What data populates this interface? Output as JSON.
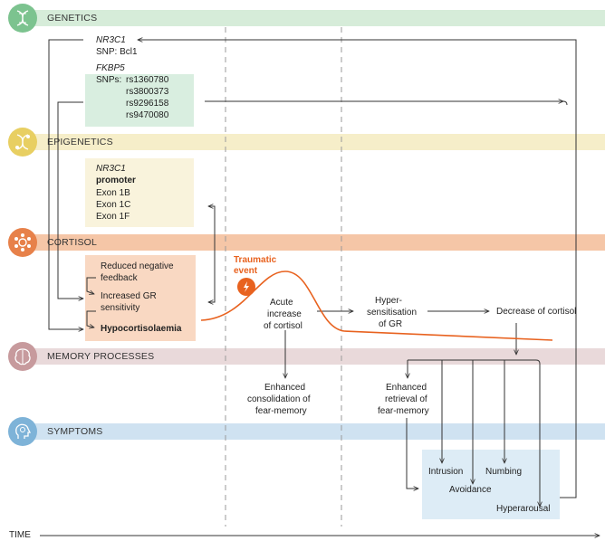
{
  "sections": {
    "genetics": "GENETICS",
    "epigenetics": "EPIGENETICS",
    "cortisol": "CORTISOL",
    "memory": "MEMORY PROCESSES",
    "symptoms": "SYMPTOMS"
  },
  "genetics": {
    "nr3c1_gene": "NR3C1",
    "nr3c1_snp": "SNP: Bcl1",
    "fkbp5_gene": "FKBP5",
    "fkbp5_snps_label": "SNPs:",
    "fkbp5_snps": [
      "rs1360780",
      "rs3800373",
      "rs9296158",
      "rs9470080"
    ]
  },
  "epigenetics": {
    "gene": "NR3C1",
    "promoter": "promoter",
    "exons": [
      "Exon 1B",
      "Exon 1C",
      "Exon 1F"
    ]
  },
  "cortisol": {
    "reduced_feedback_line1": "Reduced negative",
    "reduced_feedback_line2": "feedback",
    "increased_gr_line1": "Increased GR",
    "increased_gr_line2": "sensitivity",
    "hypocortisolaemia": "Hypocortisolaemia",
    "traumatic_event_line1": "Traumatic",
    "traumatic_event_line2": "event",
    "acute_line1": "Acute",
    "acute_line2": "increase",
    "acute_line3": "of cortisol",
    "hyper_line1": "Hyper-",
    "hyper_line2": "sensitisation",
    "hyper_line3": "of GR",
    "decrease": "Decrease of cortisol"
  },
  "memory": {
    "consolidation_line1": "Enhanced",
    "consolidation_line2": "consolidation of",
    "consolidation_line3": "fear-memory",
    "retrieval_line1": "Enhanced",
    "retrieval_line2": "retrieval of",
    "retrieval_line3": "fear-memory"
  },
  "symptoms": {
    "intrusion": "Intrusion",
    "avoidance": "Avoidance",
    "numbing": "Numbing",
    "hyperarousal": "Hyperarousal"
  },
  "time_label": "TIME",
  "colors": {
    "genetics_band": "#d6ecd9",
    "genetics_circle": "#7cc38f",
    "epigenetics_band": "#f6eec9",
    "epigenetics_circle": "#e8cf62",
    "cortisol_band": "#f5c6a7",
    "cortisol_circle": "#e7814a",
    "memory_band": "#e9d9da",
    "memory_circle": "#c79a9d",
    "symptoms_band": "#cfe2f1",
    "symptoms_circle": "#7eb3d8",
    "accent": "#e8621f"
  }
}
